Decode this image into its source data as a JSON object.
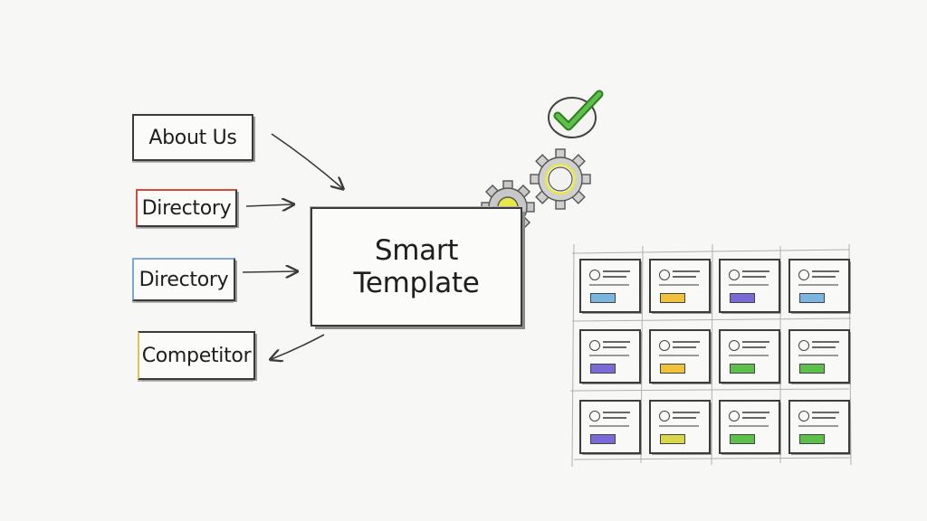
{
  "diagram": {
    "sources": [
      {
        "id": "about",
        "label": "About Us"
      },
      {
        "id": "dir1",
        "label": "Directory"
      },
      {
        "id": "dir2",
        "label": "Directory"
      },
      {
        "id": "comp",
        "label": "Competitor"
      }
    ],
    "center": {
      "label": "Smart\nTemplate"
    },
    "colors": {
      "ink": "#3a3a3a",
      "check": "#4caf3a",
      "gear": "#9a9a9a",
      "gear_accent": "#e6e84a",
      "directory_accent": "#d94a3c",
      "directory2_accent": "#7fa6d8",
      "competitor_accent": "#e0c25a"
    },
    "icons": [
      "gear-icon",
      "gear-icon",
      "checkmark-icon"
    ],
    "output_grid": {
      "rows": 3,
      "cols": 4,
      "card_bar_colors": [
        "#7ab6e0",
        "#f0c23c",
        "#7a6ad8",
        "#7ab6e0",
        "#7a6ad8",
        "#f0c23c",
        "#5cc04a",
        "#5cc04a",
        "#7a6ad8",
        "#d8d84a",
        "#5cc04a",
        "#5cc04a"
      ]
    }
  }
}
